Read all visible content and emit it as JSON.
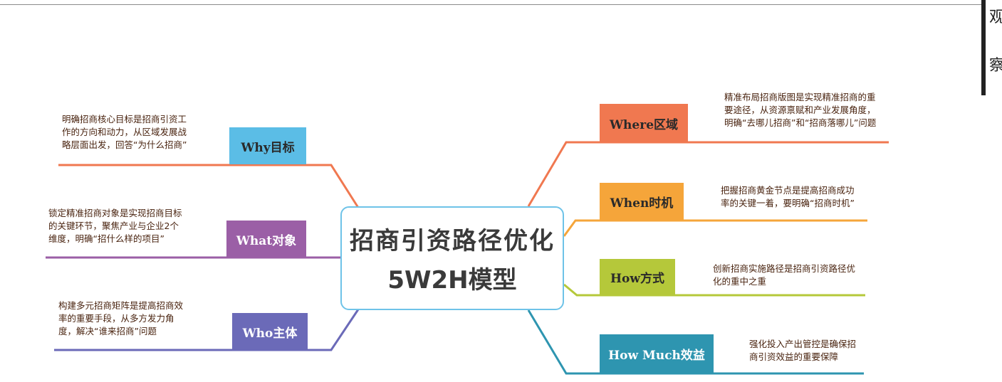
{
  "center": {
    "line1": "招商引资路径优化",
    "line2": "5W2H模型"
  },
  "sidebar": {
    "char1": "观",
    "char2": "察"
  },
  "branches": {
    "why": {
      "label": "Why目标",
      "desc": [
        "明确招商核心目标是招商引资工",
        "作的方向和动力，从区域发展战",
        "略层面出发，回答“为什么招商”"
      ],
      "color": "#f07850",
      "box_color": "#5bbde6"
    },
    "what": {
      "label": "What对象",
      "desc": [
        "锁定精准招商对象是实现招商目标",
        "的关键环节，聚焦产业与企业2个",
        "维度，明确“招什么样的项目”"
      ],
      "color": "#9b5fa6",
      "box_color": "#9b5fa6"
    },
    "who": {
      "label": "Who主体",
      "desc": [
        "构建多元招商矩阵是提高招商效",
        "率的重要手段，从多方发力角",
        "度，解决“谁来招商”问题"
      ],
      "color": "#6b6ab8",
      "box_color": "#6b6ab8"
    },
    "where": {
      "label": "Where区域",
      "desc": [
        "精准布局招商版图是实现精准招商的重",
        "要途径，从资源禀赋和产业发展角度，",
        "明确“去哪儿招商”和“招商落哪儿”问题"
      ],
      "color": "#f07850",
      "box_color": "#f07850"
    },
    "when": {
      "label": "When时机",
      "desc": [
        "把握招商黄金节点是提高招商成功",
        "率的关键一着，要明确“招商时机”"
      ],
      "color": "#f5a53a",
      "box_color": "#f5a53a"
    },
    "how": {
      "label": "How方式",
      "desc": [
        "创新招商实施路径是招商引资路径优",
        "化的重中之重"
      ],
      "color": "#b5c83a",
      "box_color": "#b5c83a"
    },
    "howmuch": {
      "label": "How Much效益",
      "desc": [
        "强化投入产出管控是确保招",
        "商引资效益的重要保障"
      ],
      "color": "#2e95b0",
      "box_color": "#2e95b0"
    }
  }
}
